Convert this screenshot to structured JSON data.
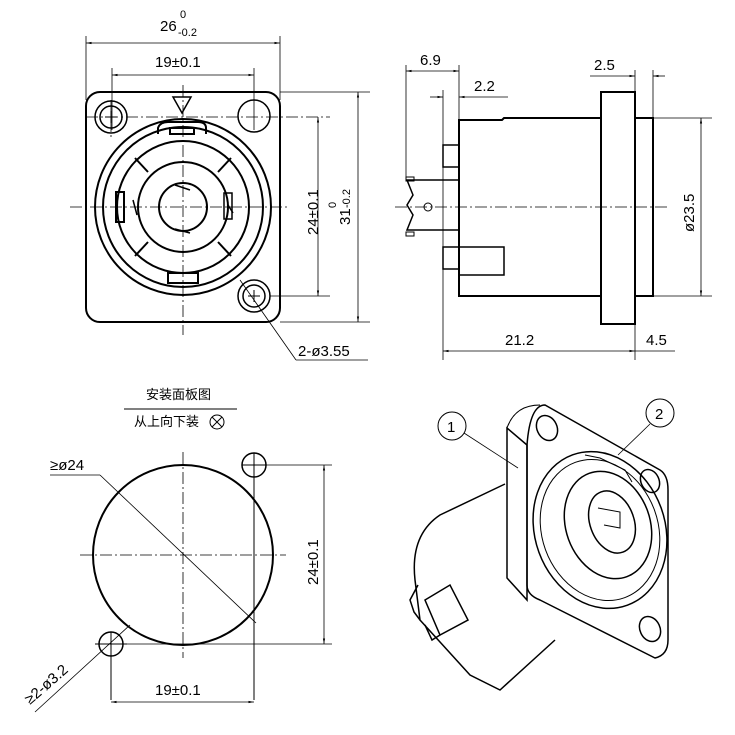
{
  "front_view": {
    "overall_width": {
      "nominal": "26",
      "upper": "0",
      "lower": "-0.2"
    },
    "hole_spacing_h": "19±0.1",
    "hole_spacing_v": "24±0.1",
    "overall_height": {
      "nominal": "31",
      "upper": "0",
      "lower": "-0.2"
    },
    "mount_holes": "2-ø3.55"
  },
  "side_view": {
    "dim_pin_length": "6.9",
    "dim_pin_offset": "2.2",
    "dim_flange": "2.5",
    "dim_body_length": "21.2",
    "dim_front_length": "4.5",
    "dim_body_diameter": "ø23.5"
  },
  "panel_cutout": {
    "title": "安装面板图",
    "subtitle": "从上向下装",
    "cutout_diameter": "≥ø24",
    "hole_spacing_v": "24±0.1",
    "hole_spacing_h": "19±0.1",
    "mount_holes": "≥2-ø3.2"
  },
  "isometric_view": {
    "callout_1": "1",
    "callout_2": "2"
  }
}
